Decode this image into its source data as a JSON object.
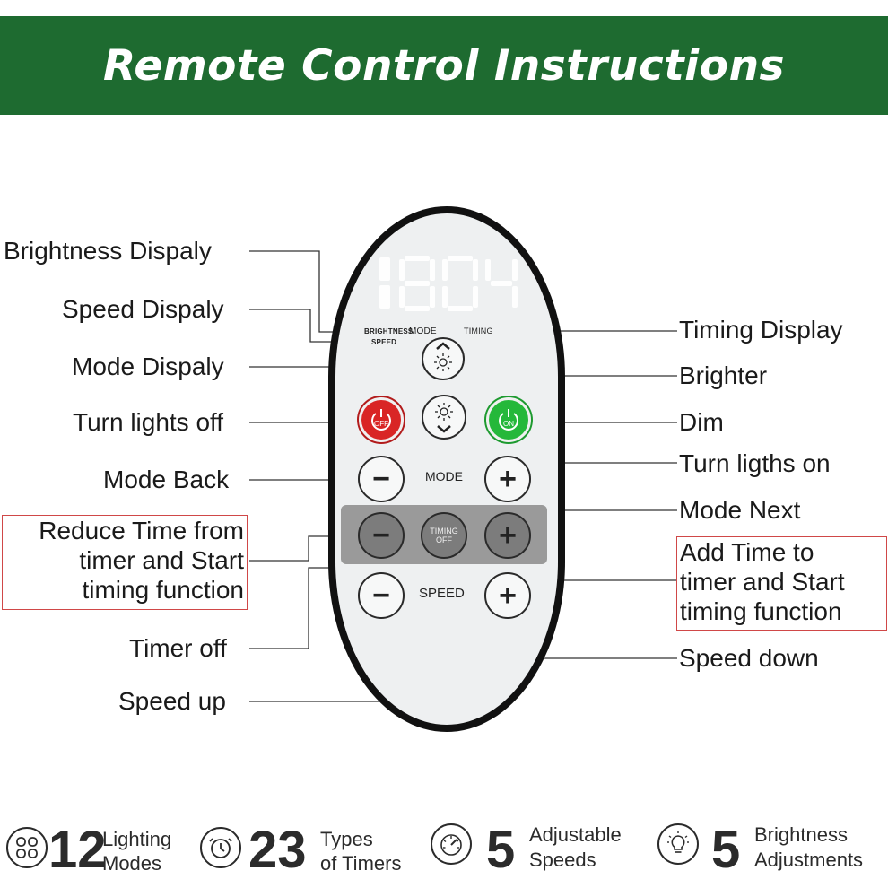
{
  "title": "Remote Control Instructions",
  "left_labels": {
    "brightness_display": "Brightness Dispaly",
    "speed_display": "Speed Dispaly",
    "mode_display": "Mode Dispaly",
    "lights_off": "Turn lights off",
    "mode_back": "Mode Back",
    "reduce_time": [
      "Reduce Time from",
      "timer and Start",
      "timing function"
    ],
    "timer_off": "Timer off",
    "speed_up": "Speed up"
  },
  "right_labels": {
    "timing_display": "Timing Display",
    "brighter": "Brighter",
    "dim": "Dim",
    "lights_on": "Turn ligths on",
    "mode_next": "Mode Next",
    "add_time": [
      "Add Time to",
      "timer and Start",
      "timing function"
    ],
    "speed_down": "Speed down"
  },
  "remote": {
    "display_value": "1804",
    "label_brightness": "BRIGHTNESS",
    "label_speed": "SPEED",
    "label_mode": "MODE",
    "label_timing": "TIMING",
    "off_text": "OFF",
    "on_text": "ON",
    "mode_row_label": "MODE",
    "timing_off_line1": "TIMING",
    "timing_off_line2": "OFF",
    "speed_row_label": "SPEED",
    "colors": {
      "off_button": "#d92525",
      "on_button": "#25b83a",
      "banner": "#1e6b30"
    }
  },
  "stats": [
    {
      "icon": "lighting-modes-icon",
      "number": "12",
      "line1": "Lighting",
      "line2": "Modes"
    },
    {
      "icon": "timer-icon",
      "number": "23",
      "line1": "Types",
      "line2": "of Timers"
    },
    {
      "icon": "speedometer-icon",
      "number": "5",
      "line1": "Adjustable",
      "line2": "Speeds"
    },
    {
      "icon": "bulb-icon",
      "number": "5",
      "line1": "Brightness",
      "line2": "Adjustments"
    }
  ]
}
